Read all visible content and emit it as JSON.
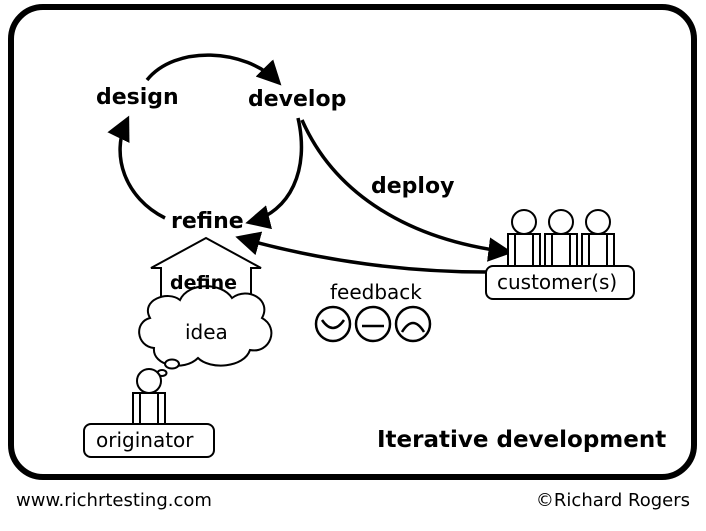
{
  "diagram": {
    "nodes": {
      "design": "design",
      "develop": "develop",
      "refine": "refine",
      "define": "define",
      "idea": "idea",
      "originator": "originator",
      "customers": "customer(s)"
    },
    "edges": {
      "deploy": "deploy",
      "feedback": "feedback"
    },
    "title": "Iterative development"
  },
  "footer": {
    "website": "www.richrtesting.com",
    "copyright": "©Richard Rogers"
  },
  "icons": [
    "person-icon",
    "cloud-icon",
    "happy-face-icon",
    "neutral-face-icon",
    "sad-face-icon"
  ]
}
